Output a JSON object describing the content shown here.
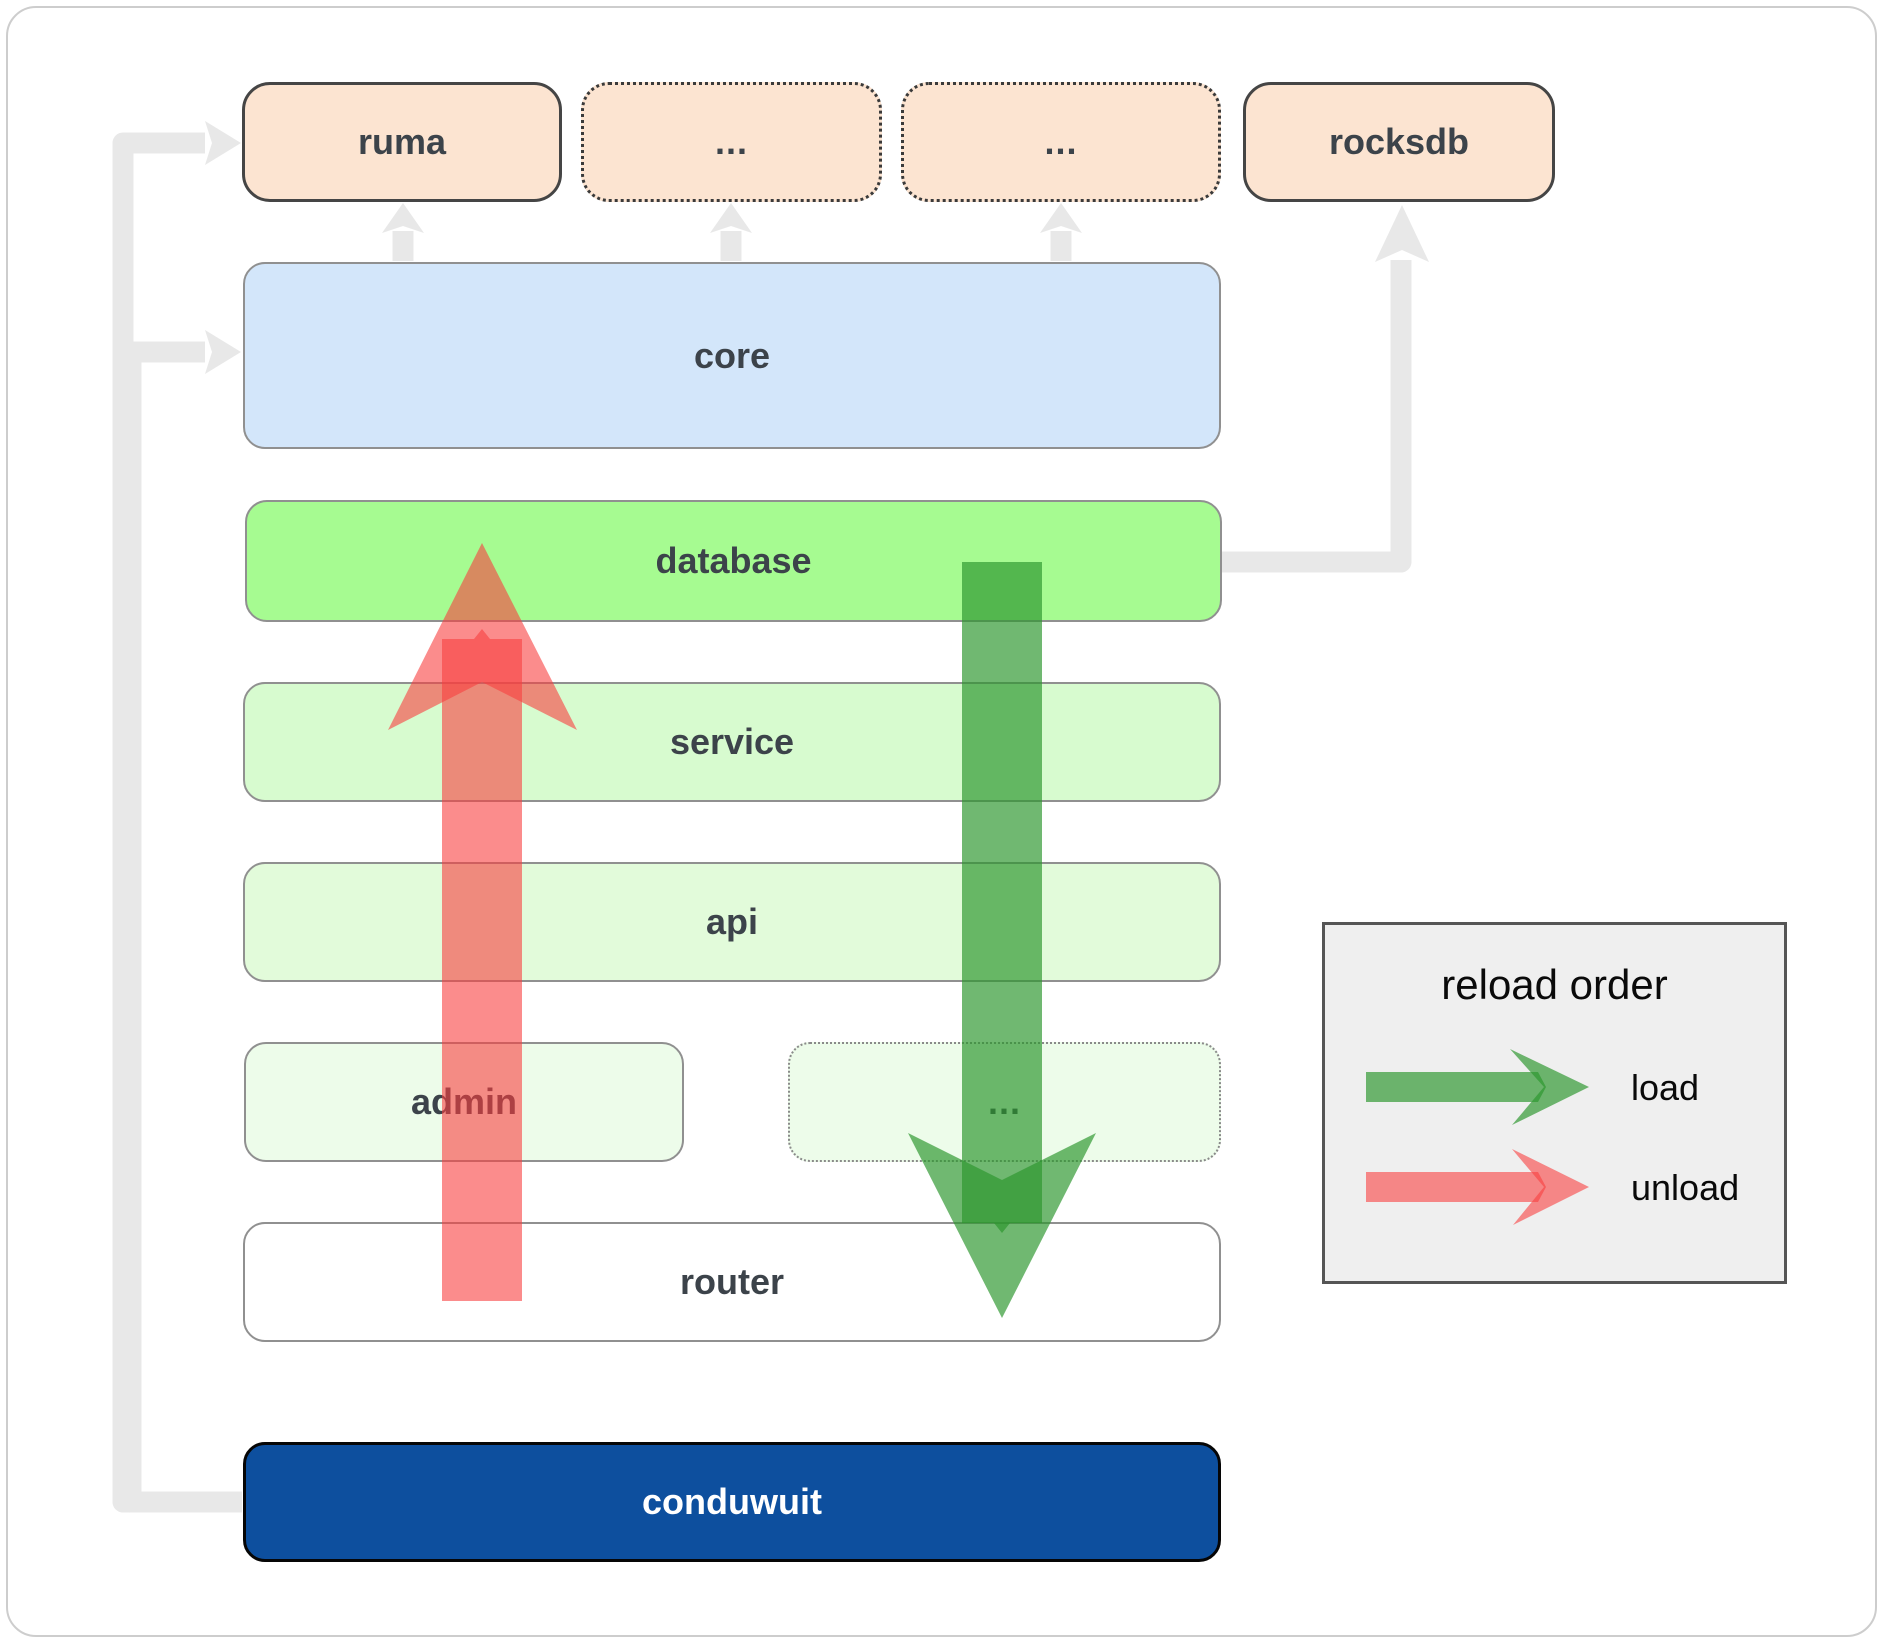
{
  "diagram": {
    "dependencies": [
      {
        "label": "ruma",
        "style": "solid"
      },
      {
        "label": "...",
        "style": "dotted"
      },
      {
        "label": "...",
        "style": "dotted"
      },
      {
        "label": "rocksdb",
        "style": "solid"
      }
    ],
    "layers": [
      {
        "label": "core"
      },
      {
        "label": "database"
      },
      {
        "label": "service"
      },
      {
        "label": "api"
      }
    ],
    "modules": [
      {
        "label": "admin",
        "style": "solid"
      },
      {
        "label": "...",
        "style": "dotted"
      }
    ],
    "router_label": "router",
    "app_label": "conduwuit"
  },
  "legend": {
    "title": "reload order",
    "items": [
      {
        "label": "load",
        "direction": "down",
        "color": "#2d962d"
      },
      {
        "label": "unload",
        "direction": "up",
        "color": "#f94040"
      }
    ]
  },
  "colors": {
    "dependency_fill": "#fce4d1",
    "core_fill": "#d3e6fa",
    "database_fill": "#a6fb91",
    "service_fill": "#d7fbcf",
    "api_fill": "#e2fbda",
    "module_fill": "#edfcea",
    "router_fill": "#ffffff",
    "app_fill": "#0d4f9e",
    "connector_gray": "#e8e8e8",
    "load_green": "#2c962d",
    "unload_red": "#f94040",
    "legend_bg": "#efefef"
  }
}
